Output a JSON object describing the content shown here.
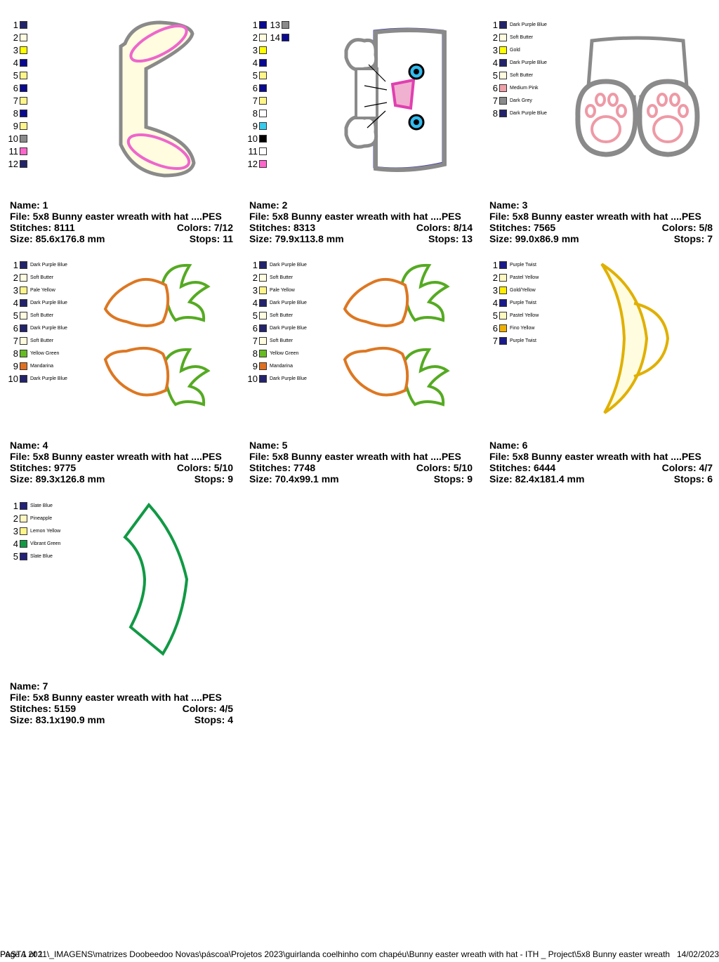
{
  "designs": [
    {
      "name_line": "Name: 1",
      "file_line": "File: 5x8 Bunny easter wreath with hat ....PES",
      "stitches": "Stitches: 8111",
      "colors": "Colors: 7/12",
      "size": "Size: 85.6x176.8 mm",
      "stops": "Stops: 11",
      "palette": [
        {
          "n": "1",
          "c": "#23236b",
          "label": ""
        },
        {
          "n": "2",
          "c": "#fffce0",
          "label": ""
        },
        {
          "n": "3",
          "c": "#ffff00",
          "label": ""
        },
        {
          "n": "4",
          "c": "#0a0a90",
          "label": ""
        },
        {
          "n": "5",
          "c": "#fff58a",
          "label": ""
        },
        {
          "n": "6",
          "c": "#0a0a90",
          "label": ""
        },
        {
          "n": "7",
          "c": "#fff58a",
          "label": ""
        },
        {
          "n": "8",
          "c": "#0a0a90",
          "label": ""
        },
        {
          "n": "9",
          "c": "#fff58a",
          "label": ""
        },
        {
          "n": "10",
          "c": "#8a8a8a",
          "label": ""
        },
        {
          "n": "11",
          "c": "#ff66cc",
          "label": ""
        },
        {
          "n": "12",
          "c": "#23236b",
          "label": ""
        }
      ],
      "palette2": []
    },
    {
      "name_line": "Name: 2",
      "file_line": "File: 5x8 Bunny easter wreath with hat ....PES",
      "stitches": "Stitches: 8313",
      "colors": "Colors: 8/14",
      "size": "Size: 79.9x113.8 mm",
      "stops": "Stops: 13",
      "palette": [
        {
          "n": "1",
          "c": "#0a0a90",
          "label": ""
        },
        {
          "n": "2",
          "c": "#fffce0",
          "label": ""
        },
        {
          "n": "3",
          "c": "#ffff00",
          "label": ""
        },
        {
          "n": "4",
          "c": "#0a0a90",
          "label": ""
        },
        {
          "n": "5",
          "c": "#fff58a",
          "label": ""
        },
        {
          "n": "6",
          "c": "#0a0a90",
          "label": ""
        },
        {
          "n": "7",
          "c": "#fff58a",
          "label": ""
        },
        {
          "n": "8",
          "c": "#ffffff",
          "label": ""
        },
        {
          "n": "9",
          "c": "#33ccee",
          "label": ""
        },
        {
          "n": "10",
          "c": "#000000",
          "label": ""
        },
        {
          "n": "11",
          "c": "#ffffff",
          "label": ""
        },
        {
          "n": "12",
          "c": "#ff66cc",
          "label": ""
        }
      ],
      "palette2": [
        {
          "n": "13",
          "c": "#8a8a8a",
          "label": ""
        },
        {
          "n": "14",
          "c": "#0a0a90",
          "label": ""
        }
      ]
    },
    {
      "name_line": "Name: 3",
      "file_line": "File: 5x8 Bunny easter wreath with hat ....PES",
      "stitches": "Stitches: 7565",
      "colors": "Colors: 5/8",
      "size": "Size: 99.0x86.9 mm",
      "stops": "Stops: 7",
      "palette": [
        {
          "n": "1",
          "c": "#23236b",
          "label": "Dark Purple Blue"
        },
        {
          "n": "2",
          "c": "#fffce0",
          "label": "Soft Butter"
        },
        {
          "n": "3",
          "c": "#ffff00",
          "label": "Gold"
        },
        {
          "n": "4",
          "c": "#23236b",
          "label": "Dark Purple Blue"
        },
        {
          "n": "5",
          "c": "#fffce0",
          "label": "Soft Butter"
        },
        {
          "n": "6",
          "c": "#f0a0a8",
          "label": "Medium Pink"
        },
        {
          "n": "7",
          "c": "#8a8a8a",
          "label": "Dark Grey"
        },
        {
          "n": "8",
          "c": "#23236b",
          "label": "Dark Purple Blue"
        }
      ],
      "palette2": []
    },
    {
      "name_line": "Name: 4",
      "file_line": "File: 5x8 Bunny easter wreath with hat ....PES",
      "stitches": "Stitches: 9775",
      "colors": "Colors: 5/10",
      "size": "Size: 89.3x126.8 mm",
      "stops": "Stops: 9",
      "palette": [
        {
          "n": "1",
          "c": "#23236b",
          "label": "Dark Purple Blue"
        },
        {
          "n": "2",
          "c": "#fffce0",
          "label": "Soft Butter"
        },
        {
          "n": "3",
          "c": "#fff58a",
          "label": "Pale Yellow"
        },
        {
          "n": "4",
          "c": "#23236b",
          "label": "Dark Purple Blue"
        },
        {
          "n": "5",
          "c": "#fffce0",
          "label": "Soft Butter"
        },
        {
          "n": "6",
          "c": "#23236b",
          "label": "Dark Purple Blue"
        },
        {
          "n": "7",
          "c": "#fffce0",
          "label": "Soft Butter"
        },
        {
          "n": "8",
          "c": "#66bb22",
          "label": "Yellow Green"
        },
        {
          "n": "9",
          "c": "#e07020",
          "label": "Mandarina"
        },
        {
          "n": "10",
          "c": "#23236b",
          "label": "Dark Purple Blue"
        }
      ],
      "palette2": []
    },
    {
      "name_line": "Name: 5",
      "file_line": "File: 5x8 Bunny easter wreath with hat ....PES",
      "stitches": "Stitches: 7748",
      "colors": "Colors: 5/10",
      "size": "Size: 70.4x99.1 mm",
      "stops": "Stops: 9",
      "palette": [
        {
          "n": "1",
          "c": "#23236b",
          "label": "Dark Purple Blue"
        },
        {
          "n": "2",
          "c": "#fffce0",
          "label": "Soft Butter"
        },
        {
          "n": "3",
          "c": "#fff58a",
          "label": "Pale Yellow"
        },
        {
          "n": "4",
          "c": "#23236b",
          "label": "Dark Purple Blue"
        },
        {
          "n": "5",
          "c": "#fffce0",
          "label": "Soft Butter"
        },
        {
          "n": "6",
          "c": "#23236b",
          "label": "Dark Purple Blue"
        },
        {
          "n": "7",
          "c": "#fffce0",
          "label": "Soft Butter"
        },
        {
          "n": "8",
          "c": "#66bb22",
          "label": "Yellow Green"
        },
        {
          "n": "9",
          "c": "#e07020",
          "label": "Mandarina"
        },
        {
          "n": "10",
          "c": "#23236b",
          "label": "Dark Purple Blue"
        }
      ],
      "palette2": []
    },
    {
      "name_line": "Name: 6",
      "file_line": "File: 5x8 Bunny easter wreath with hat ....PES",
      "stitches": "Stitches: 6444",
      "colors": "Colors: 4/7",
      "size": "Size: 82.4x181.4 mm",
      "stops": "Stops: 6",
      "palette": [
        {
          "n": "1",
          "c": "#1a1a8a",
          "label": "Purple Twist"
        },
        {
          "n": "2",
          "c": "#fff8c0",
          "label": "Pastel Yellow"
        },
        {
          "n": "3",
          "c": "#ffee00",
          "label": "Gold/Yellow"
        },
        {
          "n": "4",
          "c": "#1a1a8a",
          "label": "Purple Twist"
        },
        {
          "n": "5",
          "c": "#fff8c0",
          "label": "Pastel Yellow"
        },
        {
          "n": "6",
          "c": "#f0b000",
          "label": "Fino Yellow"
        },
        {
          "n": "7",
          "c": "#1a1a8a",
          "label": "Purple Twist"
        }
      ],
      "palette2": []
    },
    {
      "name_line": "Name: 7",
      "file_line": "File: 5x8 Bunny easter wreath with hat ....PES",
      "stitches": "Stitches: 5159",
      "colors": "Colors: 4/5",
      "size": "Size: 83.1x190.9 mm",
      "stops": "Stops: 4",
      "palette": [
        {
          "n": "1",
          "c": "#23237a",
          "label": "Slate Blue"
        },
        {
          "n": "2",
          "c": "#fff6c0",
          "label": "Pineapple"
        },
        {
          "n": "3",
          "c": "#fff58a",
          "label": "Lemon Yellow"
        },
        {
          "n": "4",
          "c": "#119944",
          "label": "Vibrant Green"
        },
        {
          "n": "5",
          "c": "#23237a",
          "label": "Slate Blue"
        }
      ],
      "palette2": []
    }
  ],
  "footer": {
    "page": "Page 1 of 1",
    "path": "PASTA 2021\\_IMAGENS\\matrizes Doobeedoo Novas\\páscoa\\Projetos 2023\\guirlanda coelhinho com chapéu\\Bunny easter wreath with hat - ITH _ Project\\5x8 Bunny easter wreath",
    "date": "14/02/2023"
  }
}
